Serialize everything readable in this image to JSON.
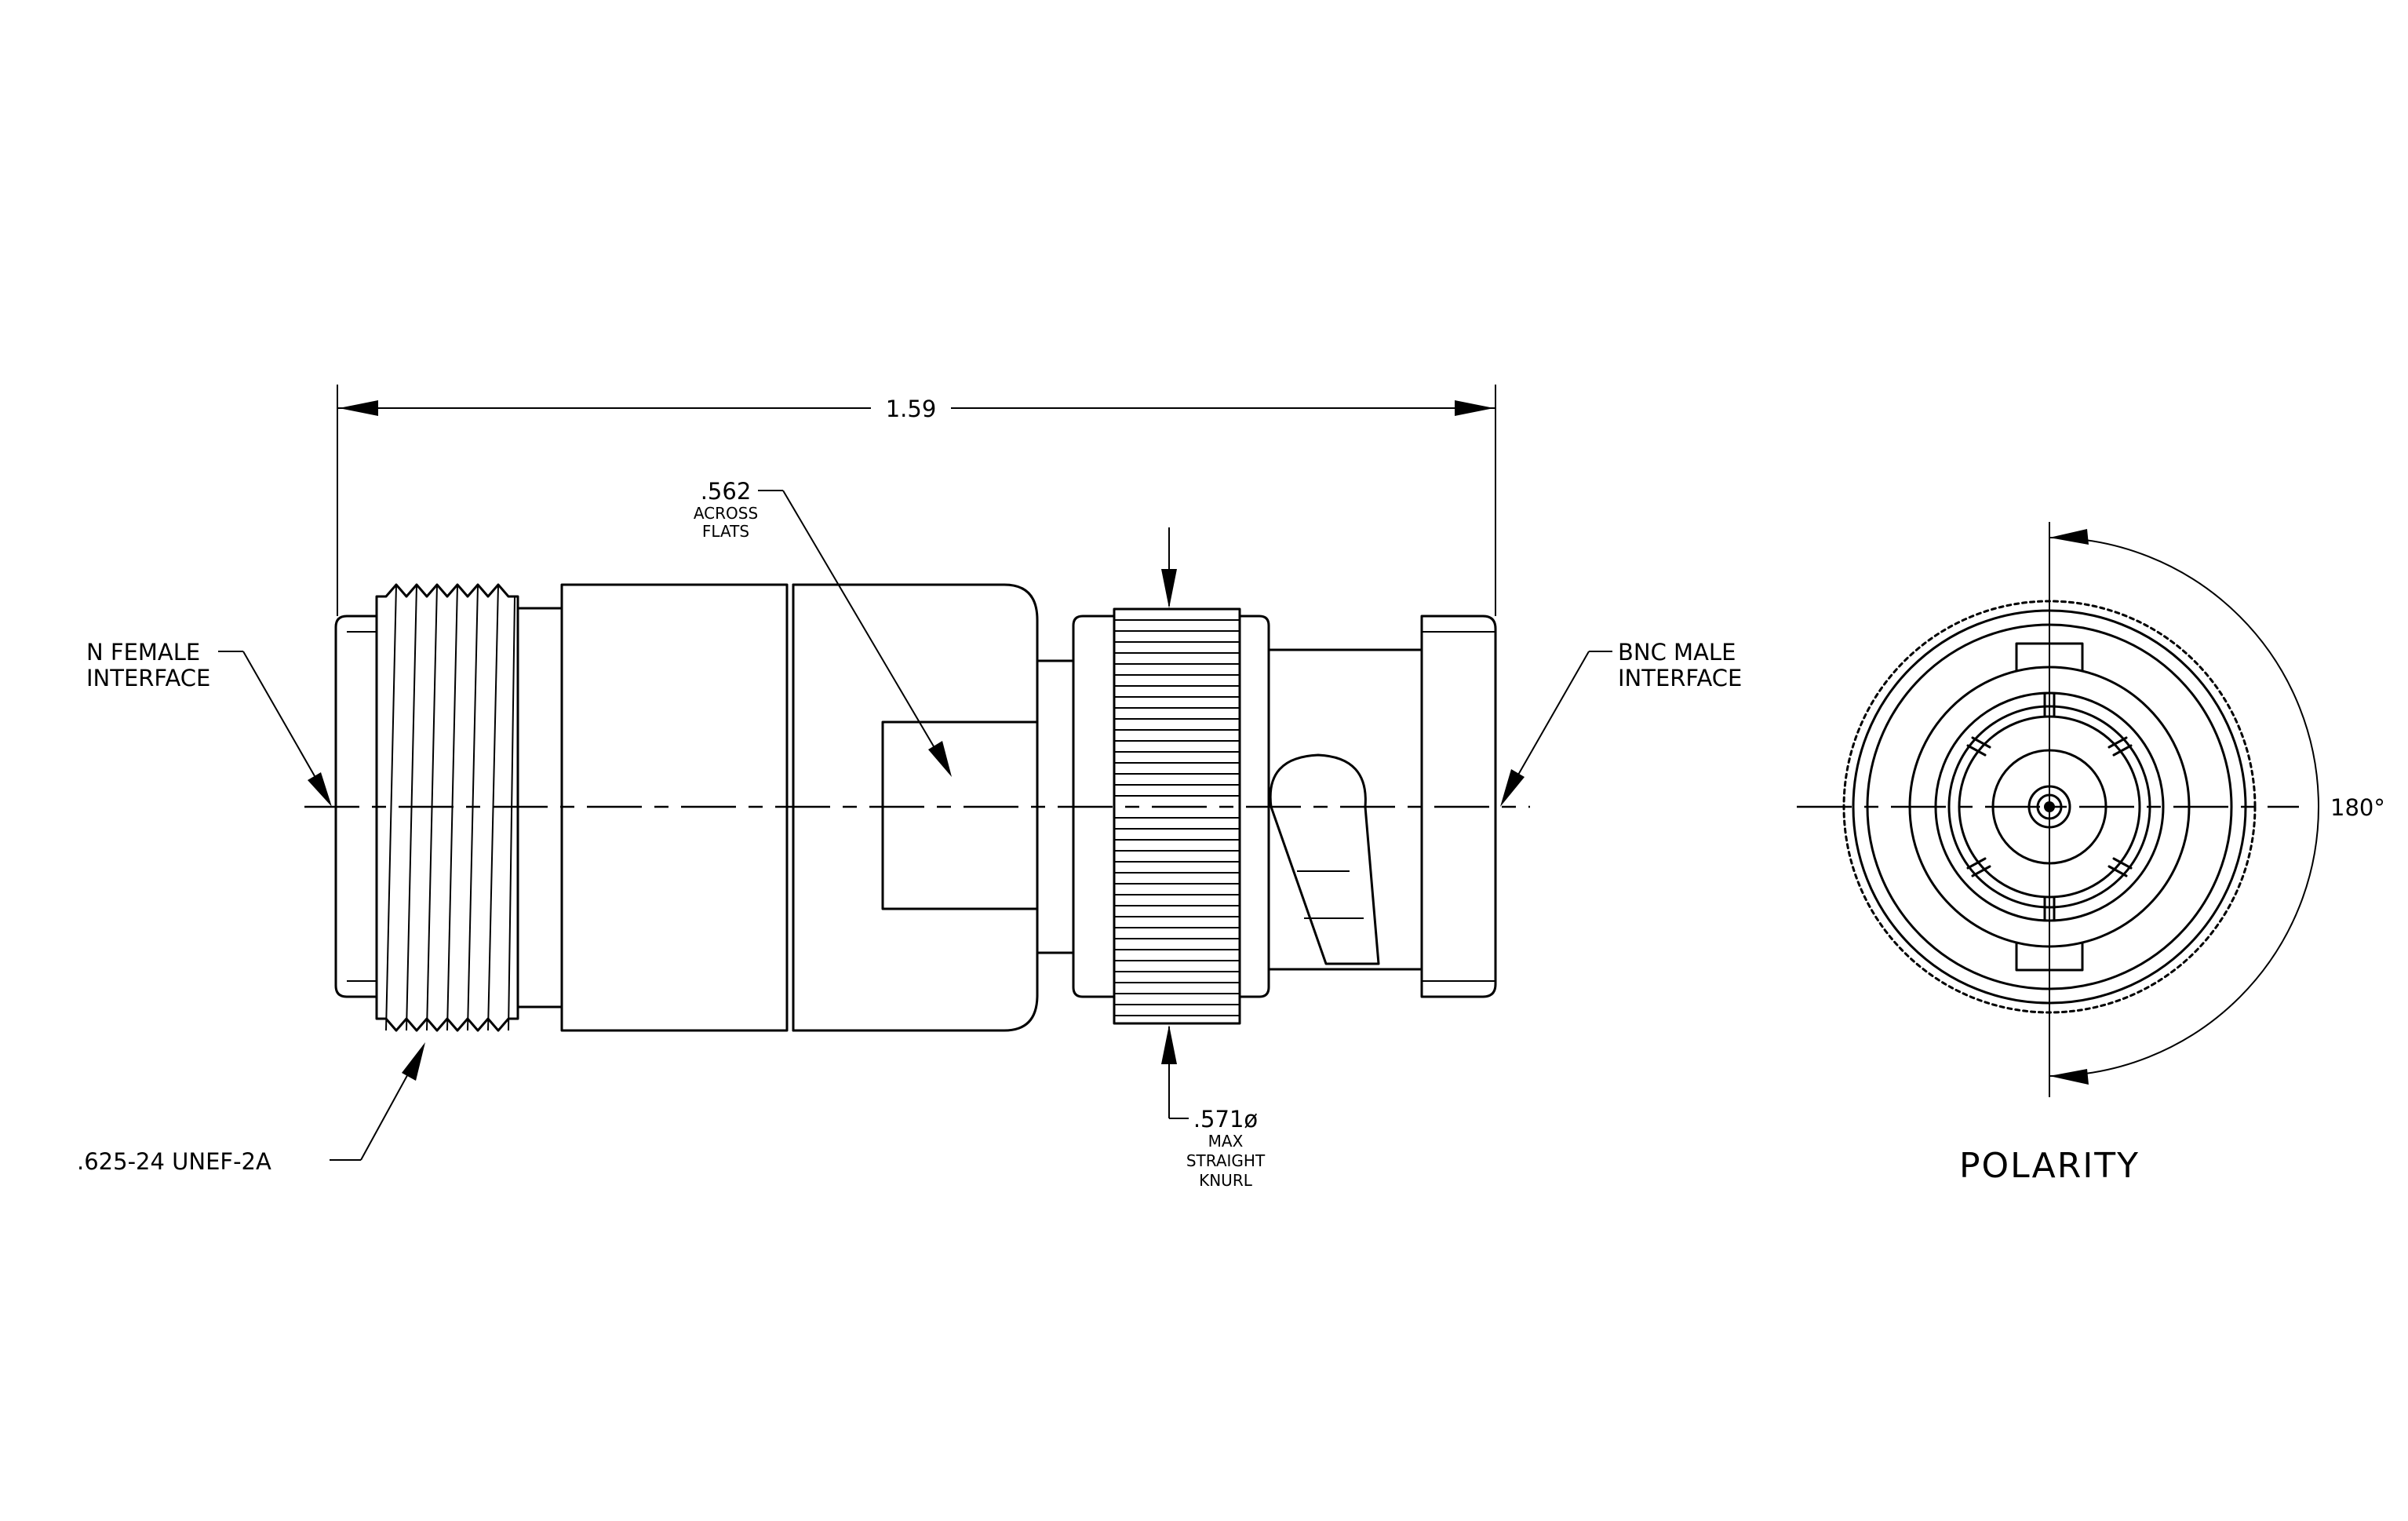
{
  "dimensions": {
    "overall_length": "1.59",
    "across_flats_value": ".562",
    "across_flats_line1": "ACROSS",
    "across_flats_line2": "FLATS",
    "knurl_value": ".571ø",
    "knurl_line1": "MAX",
    "knurl_line2": "STRAIGHT",
    "knurl_line3": "KNURL",
    "thread": ".625-24 UNEF-2A",
    "polarity_angle": "180°"
  },
  "callouts": {
    "n_female_line1": "N FEMALE",
    "n_female_line2": "INTERFACE",
    "bnc_male_line1": "BNC MALE",
    "bnc_male_line2": "INTERFACE"
  },
  "views": {
    "end_view_title": "POLARITY"
  }
}
